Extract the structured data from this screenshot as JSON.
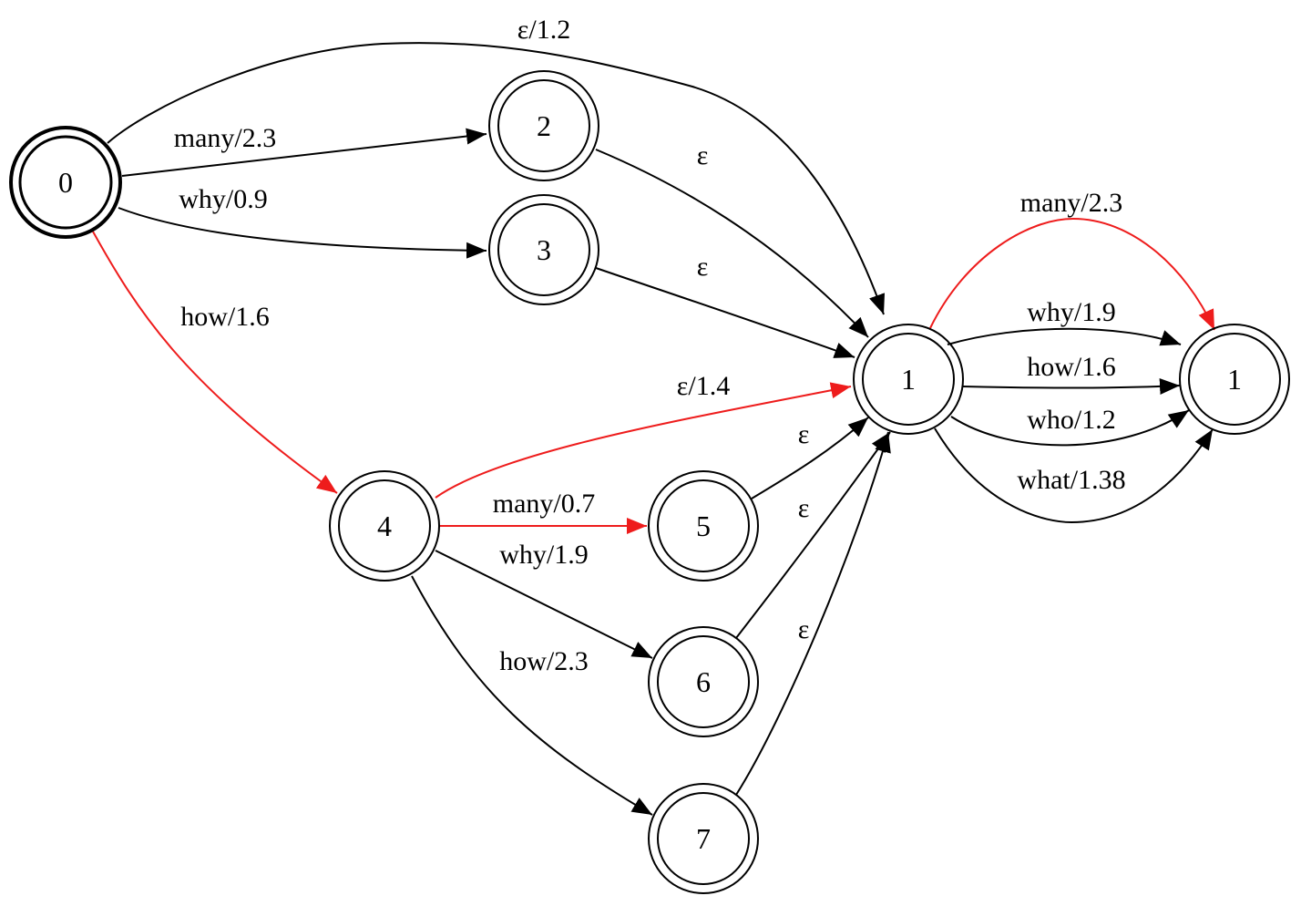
{
  "colors": {
    "default": "#000000",
    "highlight": "#ee1c1c"
  },
  "nodes": [
    {
      "id": "n0",
      "label": "0",
      "start": true
    },
    {
      "id": "n2",
      "label": "2"
    },
    {
      "id": "n3",
      "label": "3"
    },
    {
      "id": "n1a",
      "label": "1"
    },
    {
      "id": "n1b",
      "label": "1"
    },
    {
      "id": "n4",
      "label": "4"
    },
    {
      "id": "n5",
      "label": "5"
    },
    {
      "id": "n6",
      "label": "6"
    },
    {
      "id": "n7",
      "label": "7"
    }
  ],
  "edges": [
    {
      "id": "e0_1a",
      "from": "n0",
      "to": "n1a",
      "label": "ε/1.2",
      "highlight": false
    },
    {
      "id": "e0_2",
      "from": "n0",
      "to": "n2",
      "label": "many/2.3",
      "highlight": false
    },
    {
      "id": "e0_3",
      "from": "n0",
      "to": "n3",
      "label": "why/0.9",
      "highlight": false
    },
    {
      "id": "e0_4",
      "from": "n0",
      "to": "n4",
      "label": "how/1.6",
      "highlight": true
    },
    {
      "id": "e2_1a",
      "from": "n2",
      "to": "n1a",
      "label": "ε",
      "highlight": false
    },
    {
      "id": "e3_1a",
      "from": "n3",
      "to": "n1a",
      "label": "ε",
      "highlight": false
    },
    {
      "id": "e4_1a",
      "from": "n4",
      "to": "n1a",
      "label": "ε/1.4",
      "highlight": true
    },
    {
      "id": "e4_5",
      "from": "n4",
      "to": "n5",
      "label": "many/0.7",
      "highlight": true
    },
    {
      "id": "e4_6",
      "from": "n4",
      "to": "n6",
      "label": "why/1.9",
      "highlight": false
    },
    {
      "id": "e4_7",
      "from": "n4",
      "to": "n7",
      "label": "how/2.3",
      "highlight": false
    },
    {
      "id": "e5_1a",
      "from": "n5",
      "to": "n1a",
      "label": "ε",
      "highlight": false
    },
    {
      "id": "e6_1a",
      "from": "n6",
      "to": "n1a",
      "label": "ε",
      "highlight": false
    },
    {
      "id": "e7_1a",
      "from": "n7",
      "to": "n1a",
      "label": "ε",
      "highlight": false
    },
    {
      "id": "e1a_1b_many",
      "from": "n1a",
      "to": "n1b",
      "label": "many/2.3",
      "highlight": true
    },
    {
      "id": "e1a_1b_why",
      "from": "n1a",
      "to": "n1b",
      "label": "why/1.9",
      "highlight": false
    },
    {
      "id": "e1a_1b_how",
      "from": "n1a",
      "to": "n1b",
      "label": "how/1.6",
      "highlight": false
    },
    {
      "id": "e1a_1b_who",
      "from": "n1a",
      "to": "n1b",
      "label": "who/1.2",
      "highlight": false
    },
    {
      "id": "e1a_1b_what",
      "from": "n1a",
      "to": "n1b",
      "label": "what/1.38",
      "highlight": false
    }
  ]
}
